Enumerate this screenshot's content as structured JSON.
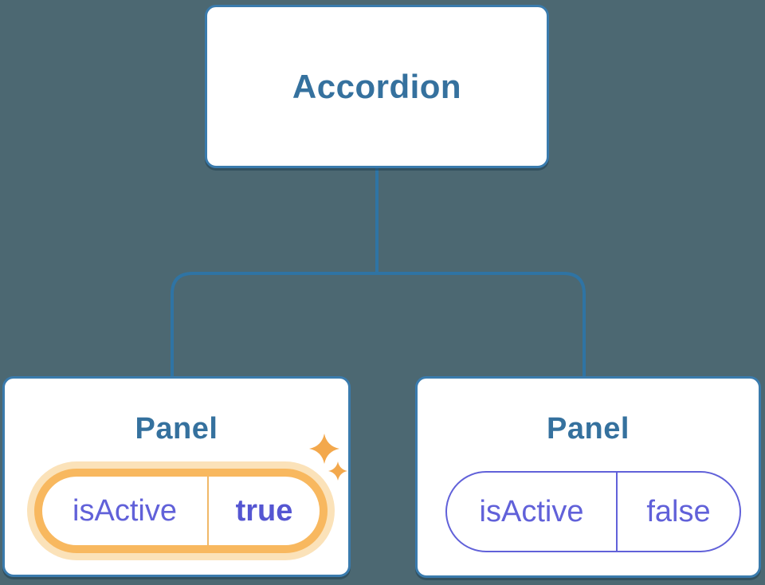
{
  "theme": {
    "bg": "#4C6872",
    "card-bg": "#FFFFFF",
    "card-border": "#3A7BAD",
    "card-shadow": "rgba(16,48,68,0.40)",
    "blue-text": "#35719E",
    "connector": "#2F74A4",
    "indigo": "#6161D9",
    "indigo-bold": "#5556D2",
    "orange-ring": "#F8B85F",
    "orange-halo": "#FBE2B9",
    "orange-divider": "#F0B868",
    "sparkle": "#F3A84C"
  },
  "tree": {
    "root": {
      "label": "Accordion"
    },
    "children": [
      {
        "label": "Panel",
        "prop_name": "isActive",
        "prop_value": "true",
        "active": true
      },
      {
        "label": "Panel",
        "prop_name": "isActive",
        "prop_value": "false",
        "active": false
      }
    ]
  }
}
